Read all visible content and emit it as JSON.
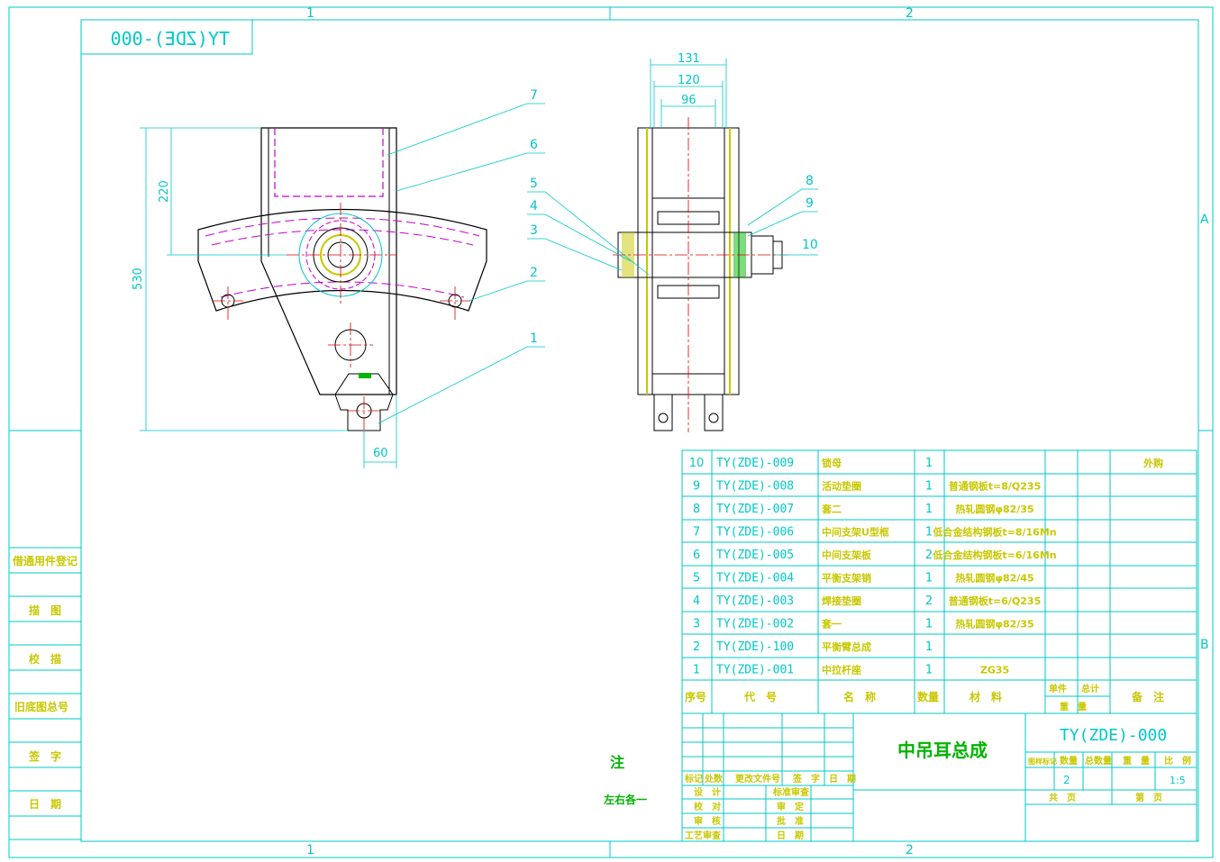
{
  "colors": {
    "frame": "#00c8c8",
    "part": "#000000",
    "hidden": "#c800c8",
    "center": "#e00000",
    "text_yellow": "#c8c800",
    "text_green": "#00b400",
    "text_cyan": "#00b4b4"
  },
  "zones": {
    "top_left": "1",
    "top_right": "2",
    "bottom_left": "1",
    "bottom_right": "2",
    "right_a": "A",
    "right_b": "B"
  },
  "stamp_code": "TY(ZDE)-000",
  "dimensions": {
    "d131": "131",
    "d120": "120",
    "d96": "96",
    "d220": "220",
    "d530": "530",
    "d60": "60"
  },
  "balloons": [
    "7",
    "6",
    "5",
    "4",
    "3",
    "2",
    "1",
    "8",
    "9",
    "10"
  ],
  "left_column": {
    "reg": "借通用件登记",
    "trace": "描　图",
    "check": "校　描",
    "old_no": "旧底图总号",
    "sign": "签　字",
    "date": "日　期"
  },
  "bom": [
    {
      "no": "10",
      "code": "TY(ZDE)-009",
      "name": "锁母",
      "qty": "1",
      "material": "",
      "note": "外购"
    },
    {
      "no": "9",
      "code": "TY(ZDE)-008",
      "name": "活动垫圈",
      "qty": "1",
      "material": "普通钢板t=8/Q235",
      "note": ""
    },
    {
      "no": "8",
      "code": "TY(ZDE)-007",
      "name": "套二",
      "qty": "1",
      "material": "热轧圆钢φ82/35",
      "note": ""
    },
    {
      "no": "7",
      "code": "TY(ZDE)-006",
      "name": "中间支架U型框",
      "qty": "1",
      "material": "低合金结构钢板t=8/16Mn",
      "note": ""
    },
    {
      "no": "6",
      "code": "TY(ZDE)-005",
      "name": "中间支架板",
      "qty": "2",
      "material": "低合金结构钢板t=6/16Mn",
      "note": ""
    },
    {
      "no": "5",
      "code": "TY(ZDE)-004",
      "name": "平衡支架销",
      "qty": "1",
      "material": "热轧圆钢φ82/45",
      "note": ""
    },
    {
      "no": "4",
      "code": "TY(ZDE)-003",
      "name": "焊接垫圈",
      "qty": "2",
      "material": "普通钢板t=6/Q235",
      "note": ""
    },
    {
      "no": "3",
      "code": "TY(ZDE)-002",
      "name": "套一",
      "qty": "1",
      "material": "热轧圆钢φ82/35",
      "note": ""
    },
    {
      "no": "2",
      "code": "TY(ZDE)-100",
      "name": "平衡臂总成",
      "qty": "1",
      "material": "",
      "note": ""
    },
    {
      "no": "1",
      "code": "TY(ZDE)-001",
      "name": "中拉杆座",
      "qty": "1",
      "material": "ZG35",
      "note": ""
    }
  ],
  "bom_header": {
    "no": "序号",
    "code": "代　号",
    "name": "名　称",
    "qty": "数量",
    "material": "材　料",
    "unit": "单件",
    "total": "总计",
    "weight": "重　量",
    "note": "备　注"
  },
  "title_block": {
    "assembly_name": "中吊耳总成",
    "drawing_no": "TY(ZDE)-000",
    "mark_label": "图样标记",
    "qty_label": "数量",
    "total_qty_label": "总数量",
    "weight_label": "重　量",
    "scale_label": "比　例",
    "qty": "2",
    "scale": "1:5",
    "sheets_label": "共　页",
    "sheet_label": "第　页",
    "rev_mark": "标记",
    "rev_count": "处数",
    "rev_doc": "更改文件号",
    "rev_sign": "签　字",
    "rev_date": "日　期",
    "design": "设　计",
    "checker": "校　对",
    "review": "审　核",
    "process": "工艺审查",
    "std": "标准审查",
    "audit": "审　定",
    "approve": "批　准",
    "date": "日　期"
  },
  "notes": {
    "title": "注",
    "text": "左右各一"
  }
}
